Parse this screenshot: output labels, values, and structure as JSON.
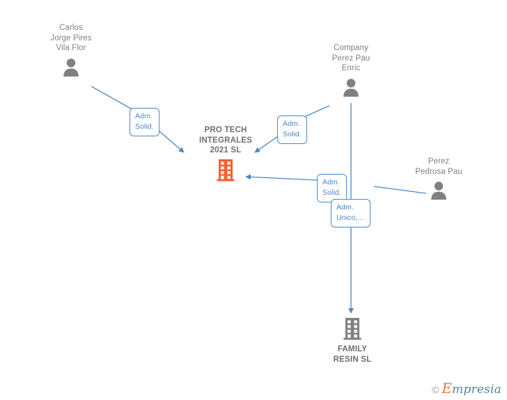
{
  "graph": {
    "nodes": [
      {
        "id": "carlos",
        "type": "person",
        "label": "Carlos\nJorge Pires\nVila Flor",
        "icon": "person-icon",
        "color": "#808080"
      },
      {
        "id": "company-perez-pau-enric",
        "type": "person",
        "label": "Company\nPerez Pau\nEnric",
        "icon": "person-icon",
        "color": "#808080"
      },
      {
        "id": "pro-tech",
        "type": "company",
        "label": "PRO TECH\nINTEGRALES\n2021  SL",
        "icon": "building-icon",
        "color": "#f4622d"
      },
      {
        "id": "perez-pedrosa-pau",
        "type": "person",
        "label": "Perez\nPedrosa Pau",
        "icon": "person-icon",
        "color": "#808080"
      },
      {
        "id": "family-resin",
        "type": "company",
        "label": "FAMILY\nRESIN  SL",
        "icon": "building-icon",
        "color": "#808080"
      }
    ],
    "edge_labels": [
      {
        "id": "edge-label-carlos",
        "text": "Adm.\nSolid."
      },
      {
        "id": "edge-label-perez-pau-enric",
        "text": "Adm.\nSolid."
      },
      {
        "id": "edge-label-perez-pedrosa-pau",
        "text": "Adm.\nSolid."
      },
      {
        "id": "edge-label-family-resin",
        "text": "Adm.\nUnico,..."
      }
    ],
    "edge_color": "#4a86c8"
  },
  "watermark": {
    "copyright": "©",
    "brand_initial": "E",
    "brand_rest": "mpresia"
  }
}
